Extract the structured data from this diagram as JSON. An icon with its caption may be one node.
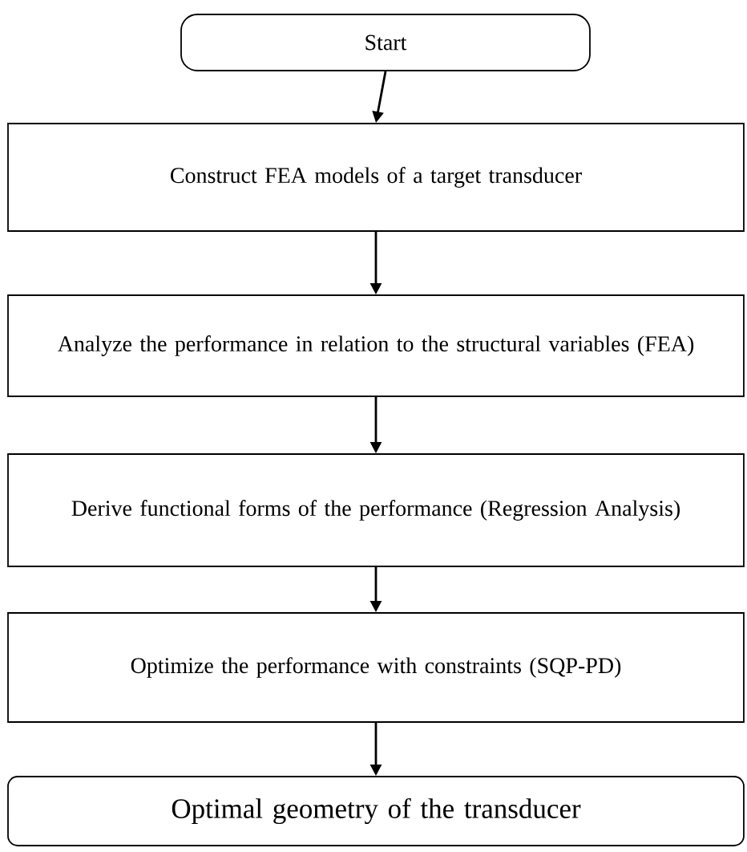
{
  "diagram": {
    "nodes": [
      {
        "text": [
          "Start"
        ]
      },
      {
        "text": [
          "Construct FEA models of a target transducer"
        ]
      },
      {
        "text": [
          "Analyze the performance in relation to the structural variables (FEA)"
        ]
      },
      {
        "text": [
          "Derive functional forms of the performance (Regression Analysis)"
        ]
      },
      {
        "text": [
          "Optimize the performance with constraints (SQP-PD)"
        ]
      },
      {
        "text": [
          "Optimal geometry of the transducer"
        ]
      }
    ],
    "edges": [
      {
        "from": 0,
        "to": 1,
        "arrow": "to"
      },
      {
        "from": 1,
        "to": 2,
        "arrow": "to"
      },
      {
        "from": 2,
        "to": 3,
        "arrow": "to"
      },
      {
        "from": 3,
        "to": 4,
        "arrow": "to"
      },
      {
        "from": 4,
        "to": 5,
        "arrow": "to"
      }
    ]
  }
}
